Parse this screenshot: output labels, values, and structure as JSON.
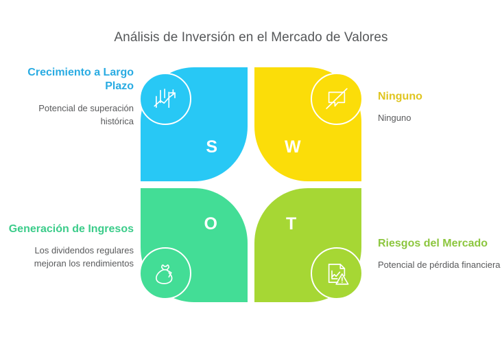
{
  "page": {
    "title": "Análisis de Inversión en el Mercado de Valores",
    "background": "#ffffff",
    "title_color": "#555759"
  },
  "diagram": {
    "type": "swot",
    "quadrants": [
      {
        "key": "strength",
        "position": "top-left",
        "letter": "S",
        "color": "#28C8F5",
        "heading": "Crecimiento a Largo Plazo",
        "heading_color": "#29ABE2",
        "body": "Potencial de superación histórica",
        "body_color": "#58595b",
        "icon": "bar-chart-growth-arrow-icon",
        "icon_side": "left"
      },
      {
        "key": "weakness",
        "position": "top-right",
        "letter": "W",
        "color": "#FBDD09",
        "heading": "Ninguno",
        "heading_color": "#DFC520",
        "body": "Ninguno",
        "body_color": "#58595b",
        "icon": "speech-bubble-crossed-out-icon",
        "icon_side": "right"
      },
      {
        "key": "opportunity",
        "position": "bottom-left",
        "letter": "O",
        "color": "#43DD96",
        "heading": "Generación de Ingresos",
        "heading_color": "#3BCC8A",
        "body": "Los dividendos regulares mejoran los rendimientos",
        "body_color": "#58595b",
        "icon": "money-bag-recurring-icon",
        "icon_side": "left"
      },
      {
        "key": "threat",
        "position": "bottom-right",
        "letter": "T",
        "color": "#A6D734",
        "heading": "Riesgos del Mercado",
        "heading_color": "#8CC63E",
        "body": "Potencial de pérdida financiera",
        "body_color": "#58595b",
        "icon": "document-declining-chart-warning-icon",
        "icon_side": "right"
      }
    ]
  }
}
